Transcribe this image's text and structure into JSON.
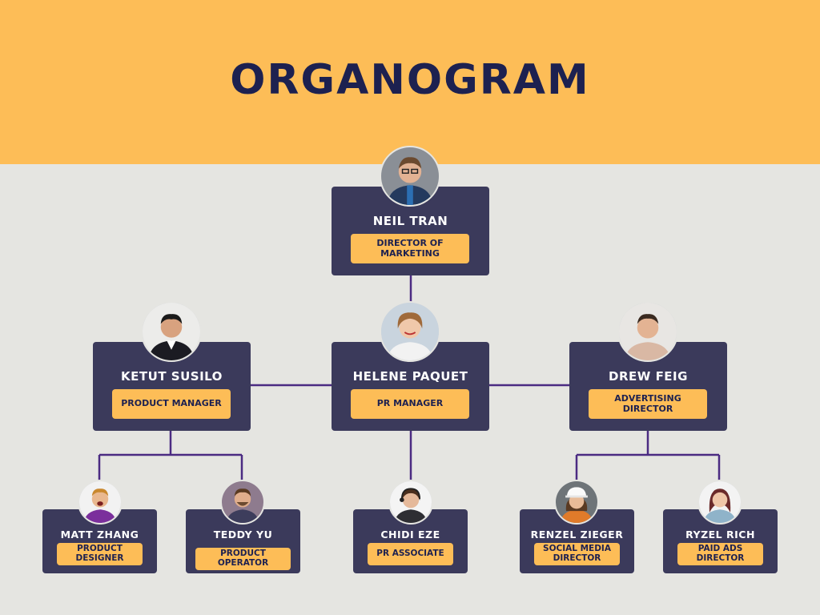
{
  "title": "ORGANOGRAM",
  "colors": {
    "header": "#fdbd57",
    "card": "#3b3a5b",
    "role_pill": "#fdbd57",
    "connector": "#4b2b82",
    "background": "#e5e5e1",
    "title": "#1d2150"
  },
  "people": {
    "neil": {
      "name": "NEIL TRAN",
      "role": "DIRECTOR OF MARKETING",
      "avatar": "man-glasses-avatar"
    },
    "ketut": {
      "name": "KETUT SUSILO",
      "role": "PRODUCT MANAGER",
      "avatar": "man-suit-avatar"
    },
    "helene": {
      "name": "HELENE PAQUET",
      "role": "PR MANAGER",
      "avatar": "woman-smiling-avatar"
    },
    "drew": {
      "name": "DREW FEIG",
      "role": "ADVERTISING DIRECTOR",
      "avatar": "man-casual-avatar"
    },
    "matt": {
      "name": "MATT ZHANG",
      "role": "PRODUCT DESIGNER",
      "avatar": "man-excited-avatar"
    },
    "teddy": {
      "name": "TEDDY YU",
      "role": "PRODUCT OPERATOR",
      "avatar": "man-beard-avatar"
    },
    "chidi": {
      "name": "CHIDI EZE",
      "role": "PR ASSOCIATE",
      "avatar": "woman-headset-avatar"
    },
    "renzel": {
      "name": "RENZEL ZIEGER",
      "role": "SOCIAL MEDIA DIRECTOR",
      "avatar": "woman-hardhat-avatar"
    },
    "ryzel": {
      "name": "RYZEL RICH",
      "role": "PAID ADS DIRECTOR",
      "avatar": "woman-portrait-avatar"
    }
  }
}
